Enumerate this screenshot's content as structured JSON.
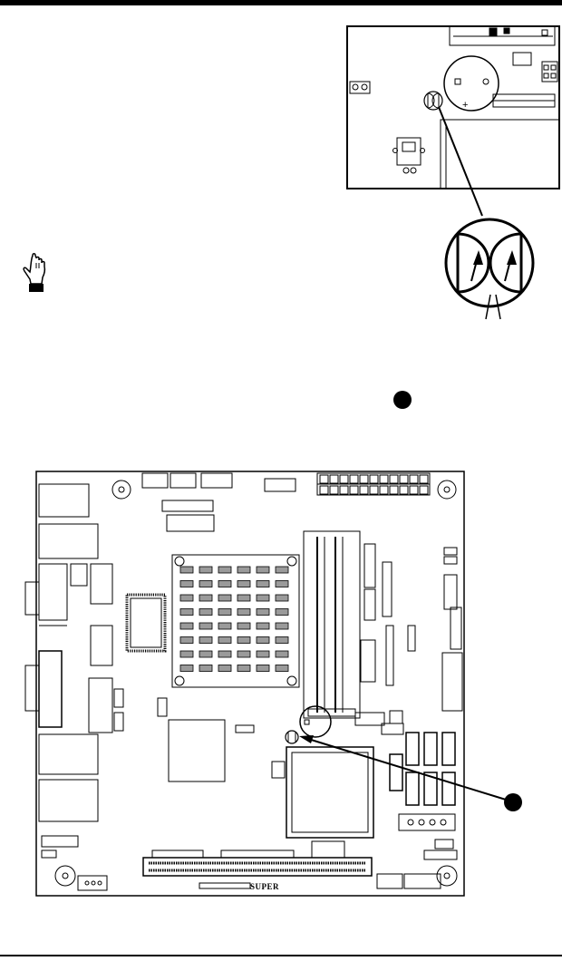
{
  "header": {
    "rule": "top-rule"
  },
  "callout": {
    "marker": "callout-marker"
  },
  "board": {
    "brand_text": "SUPER"
  },
  "footer": {
    "rule": "bottom-rule"
  }
}
